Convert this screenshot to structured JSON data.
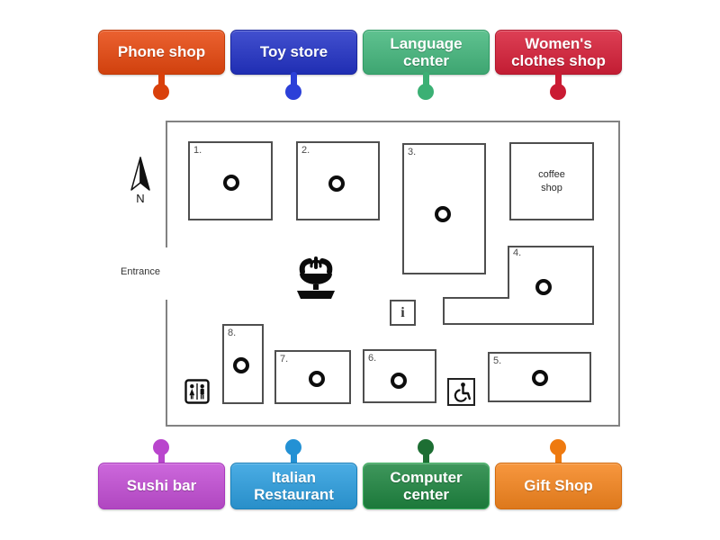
{
  "labels": {
    "top": [
      {
        "text": "Phone shop",
        "bg": "#e8480f",
        "border": "#c13a06",
        "pin": "#d9400b"
      },
      {
        "text": "Toy store",
        "bg": "#2333c7",
        "border": "#1a27a0",
        "pin": "#2c40d8"
      },
      {
        "text": "Language center",
        "bg": "#45b87e",
        "border": "#2f9c65",
        "pin": "#3bb074"
      },
      {
        "text": "Women's clothes shop",
        "bg": "#d82039",
        "border": "#b2152b",
        "pin": "#ca1b33"
      }
    ],
    "bottom": [
      {
        "text": "Sushi bar",
        "bg": "#c44fd6",
        "border": "#a937bd",
        "pin": "#b945cd"
      },
      {
        "text": "Italian Restaurant",
        "bg": "#2d9fe0",
        "border": "#1a80bb",
        "pin": "#2391d4"
      },
      {
        "text": "Computer center",
        "bg": "#1f8641",
        "border": "#3eb261",
        "pin": "#1d6e33"
      },
      {
        "text": "Gift Shop",
        "bg": "#f6861f",
        "border": "#d3690a",
        "pin": "#ee7a10"
      }
    ]
  },
  "map": {
    "entrance_label": "Entrance",
    "compass_label": "N",
    "coffee_shop_label": "coffee shop",
    "info_label": "i",
    "rooms": [
      "1.",
      "2.",
      "3.",
      "4.",
      "5.",
      "6.",
      "7.",
      "8."
    ]
  }
}
